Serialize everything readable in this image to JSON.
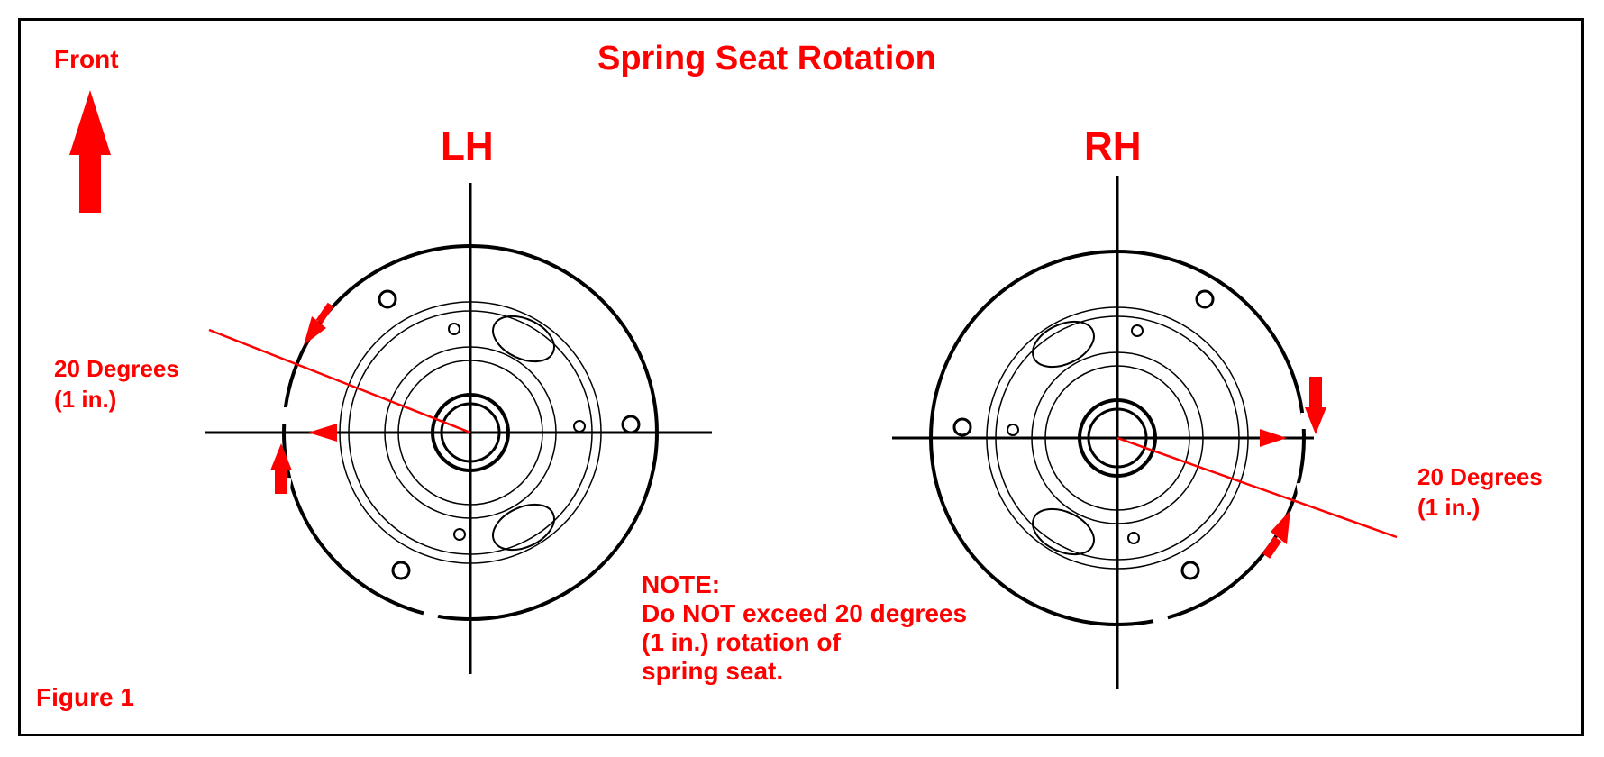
{
  "title": "Spring Seat Rotation",
  "front_label": "Front",
  "left_view_label": "LH",
  "right_view_label": "RH",
  "left_angle": {
    "line1": "20 Degrees",
    "line2": "(1 in.)"
  },
  "right_angle": {
    "line1": "20 Degrees",
    "line2": "(1 in.)"
  },
  "note": {
    "line1": "NOTE:",
    "line2": "Do NOT exceed 20 degrees",
    "line3": "(1 in.) rotation of",
    "line4": "spring seat."
  },
  "figure_label": "Figure 1",
  "colors": {
    "annotation": "#ff0000",
    "line_art": "#000000",
    "background": "#ffffff"
  }
}
